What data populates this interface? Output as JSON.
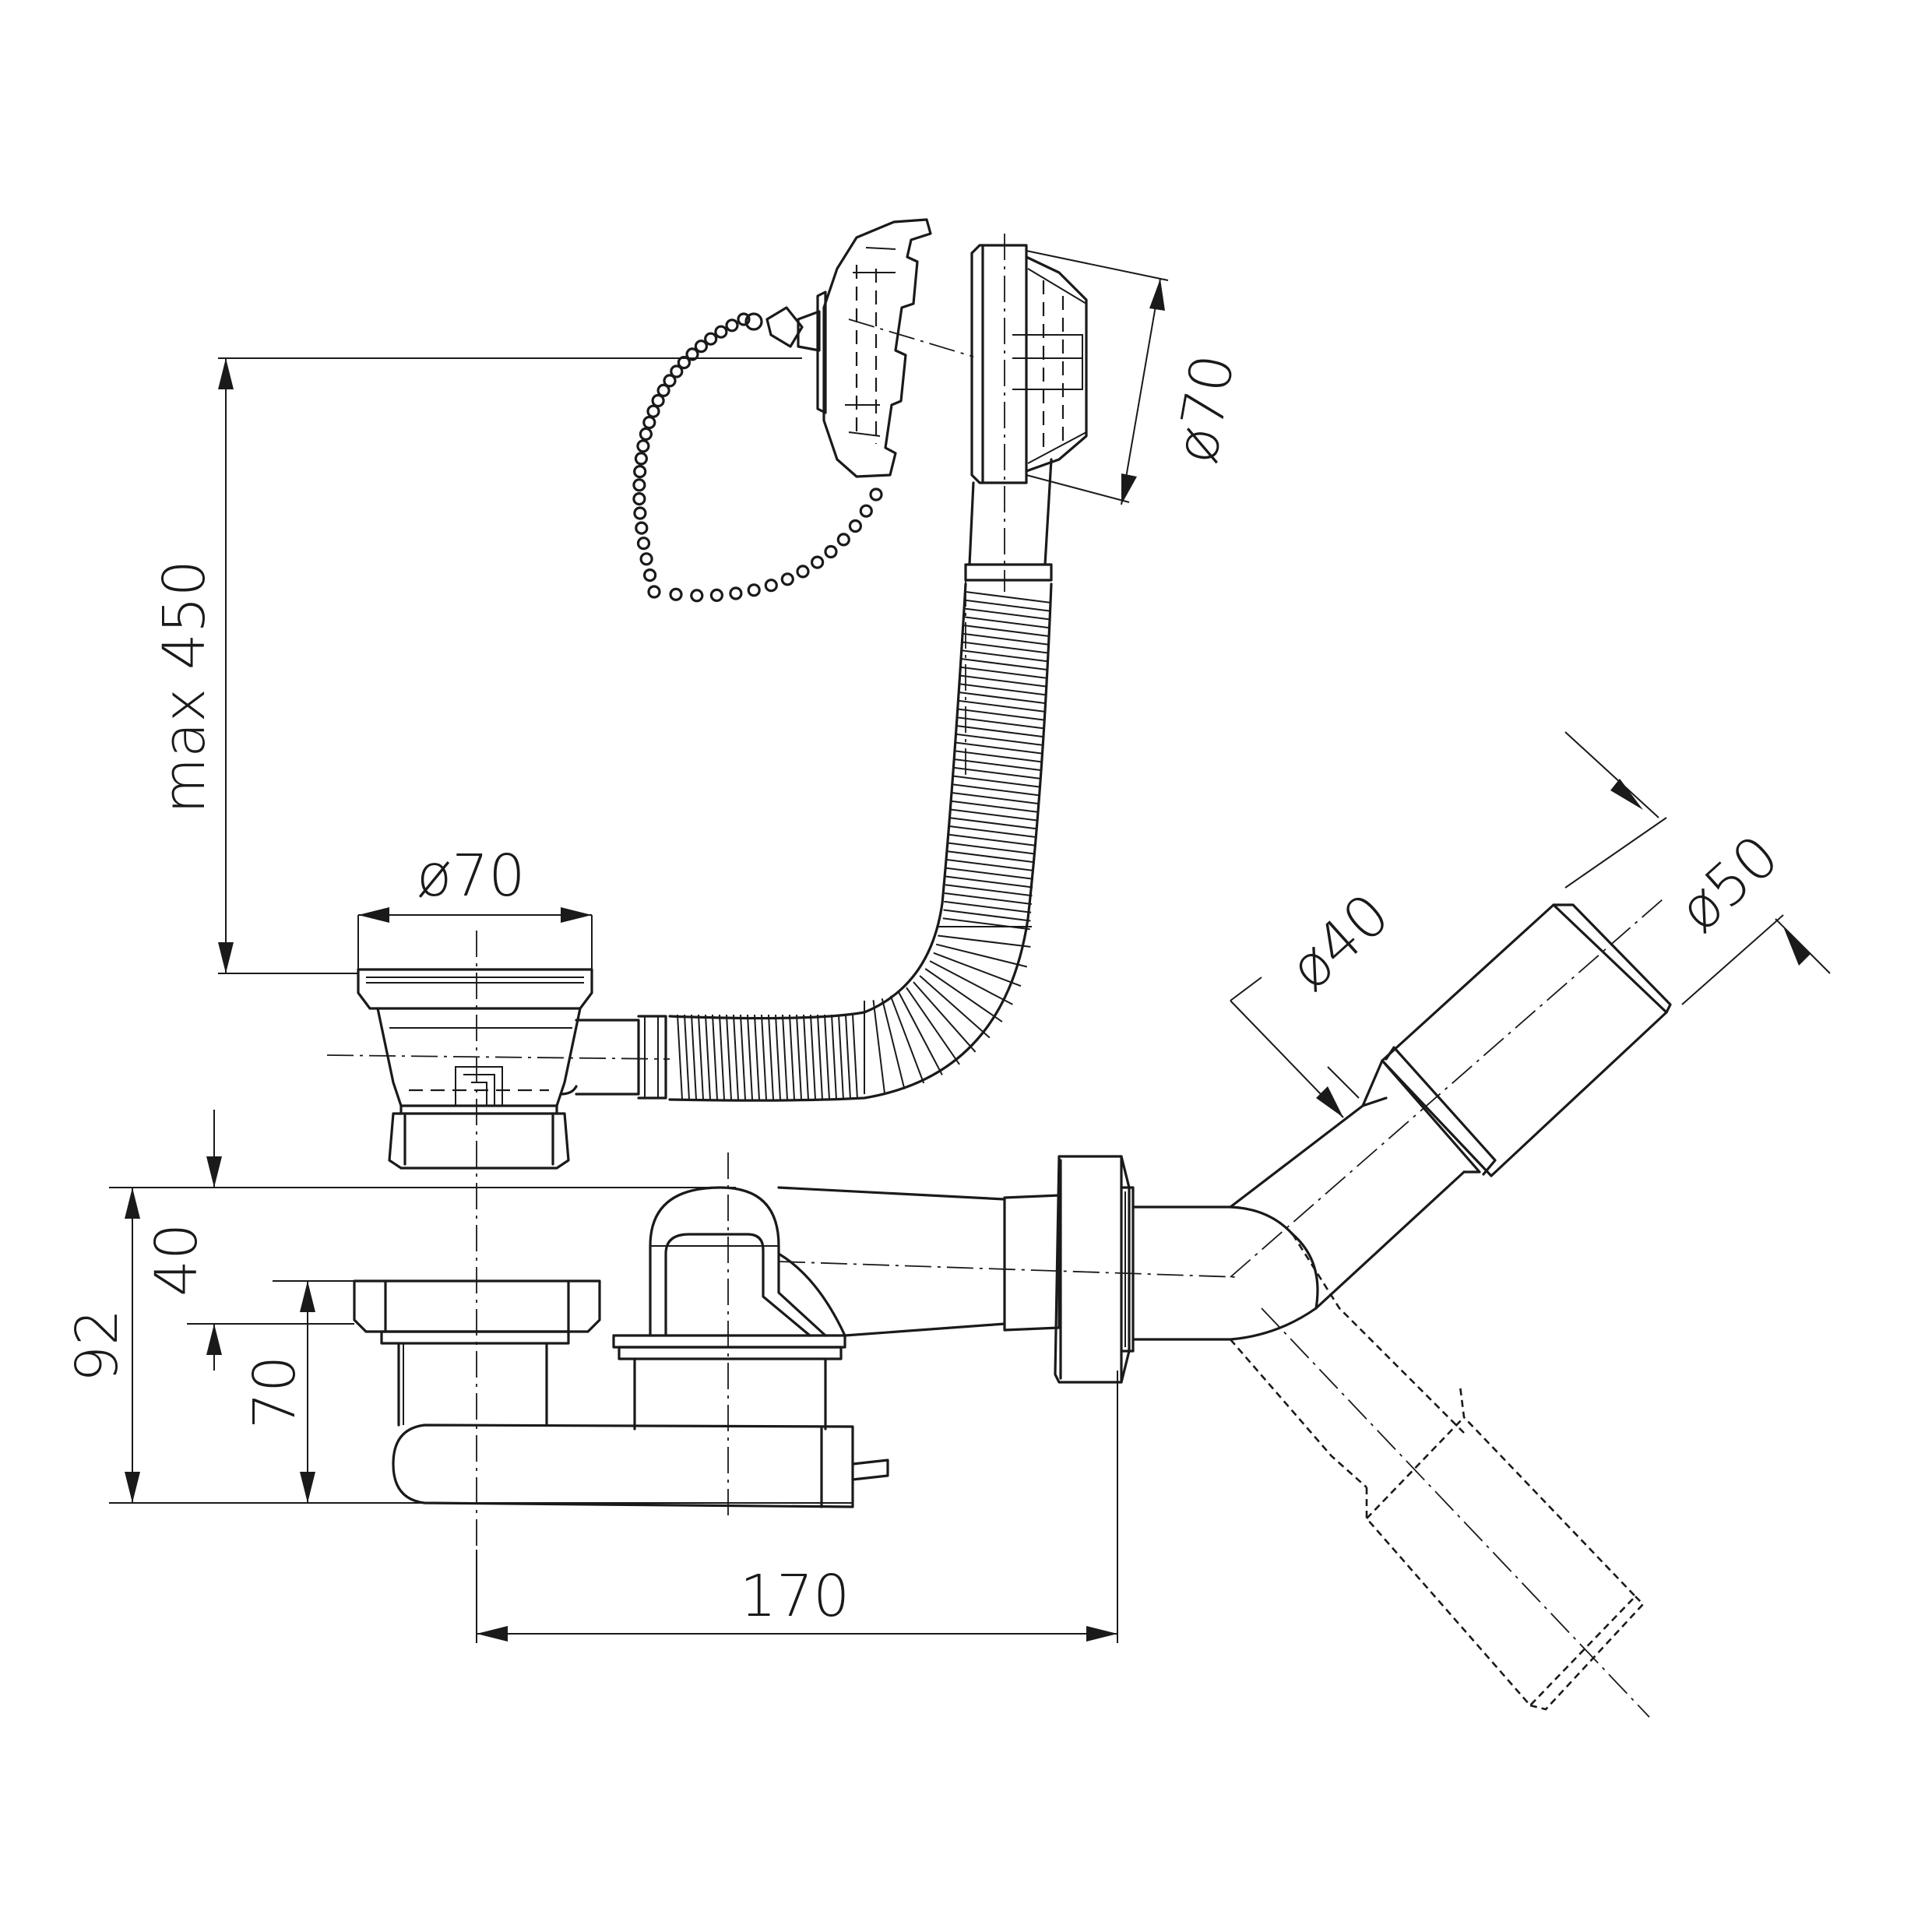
{
  "dimensions": {
    "max_length": "max 450",
    "overflow_diameter": "ø70",
    "drain_diameter": "ø70",
    "outlet_diameter_40": "ø40",
    "outlet_diameter_50": "ø50",
    "total_height": "92",
    "upper_height": "40",
    "lower_height": "70",
    "width": "170"
  },
  "colors": {
    "line": "#1a1a1a",
    "background": "#ffffff"
  }
}
